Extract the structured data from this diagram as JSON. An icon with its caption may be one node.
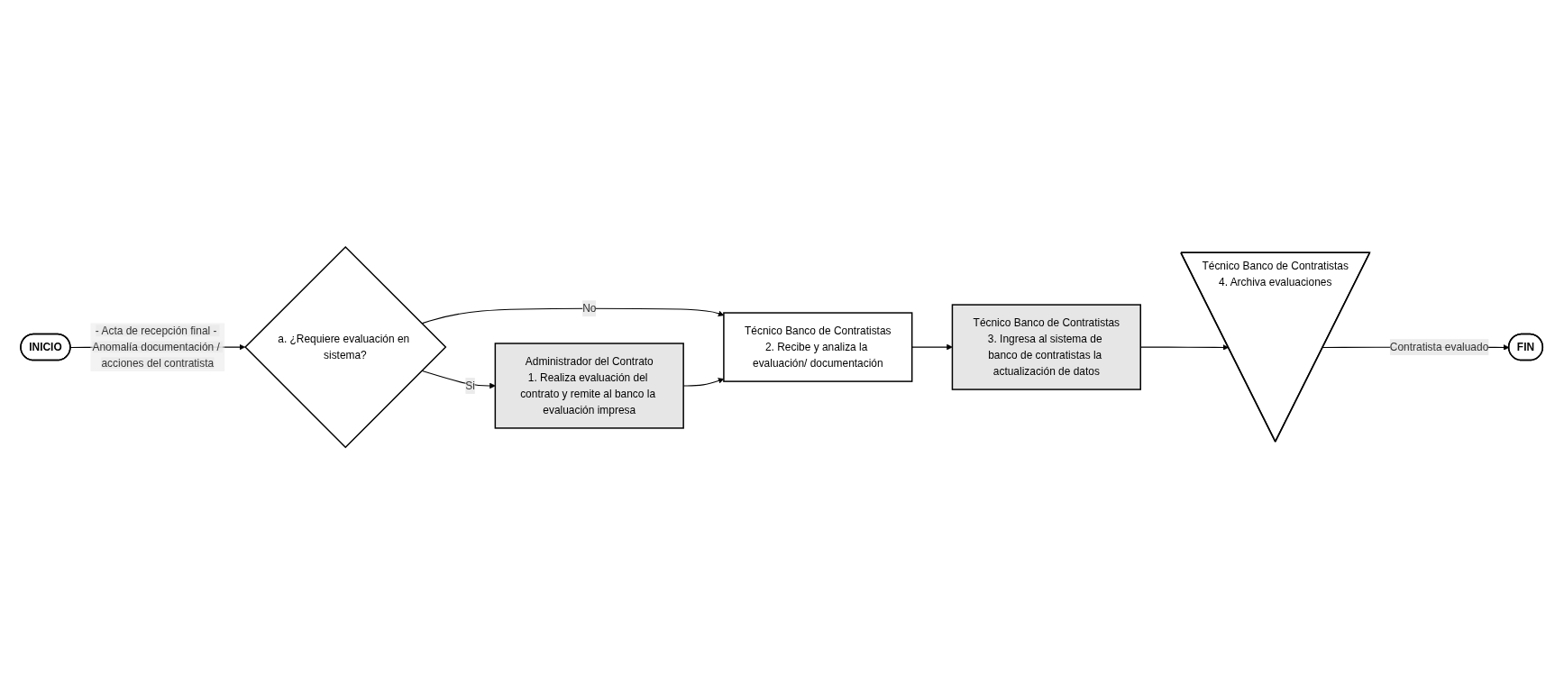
{
  "diagram": {
    "nodes": [
      {
        "text": [
          "INICIO"
        ]
      },
      {
        "text": [
          "a. ¿Requiere evaluación en sistema?"
        ]
      },
      {
        "text": [
          "Administrador del Contrato",
          "1. Realiza evaluación del contrato y remite al banco la evaluación impresa"
        ]
      },
      {
        "text": [
          "Técnico Banco de Contratistas",
          "2. Recibe y analiza la evaluación/ documentación"
        ]
      },
      {
        "text": [
          "Técnico Banco de Contratistas",
          "3. Ingresa al sistema de banco de contratistas la actualización de datos"
        ]
      },
      {
        "text": [
          "Técnico Banco de Contratistas",
          "4. Archiva evaluaciones"
        ]
      },
      {
        "text": [
          "FIN"
        ]
      }
    ],
    "edges": [
      {
        "from": 0,
        "to": 1,
        "arrow": "to",
        "label": "- Acta de recepción final - Anomalía documentación / acciones del contratista"
      },
      {
        "from": 1,
        "to": 2,
        "arrow": "to",
        "label": "Si"
      },
      {
        "from": 1,
        "to": 3,
        "arrow": "to",
        "label": "No"
      },
      {
        "from": 2,
        "to": 3,
        "arrow": "to"
      },
      {
        "from": 3,
        "to": 4,
        "arrow": "to"
      },
      {
        "from": 4,
        "to": 5,
        "arrow": "to"
      },
      {
        "from": 5,
        "to": 6,
        "arrow": "to",
        "label": "Contratista evaluado"
      }
    ]
  }
}
